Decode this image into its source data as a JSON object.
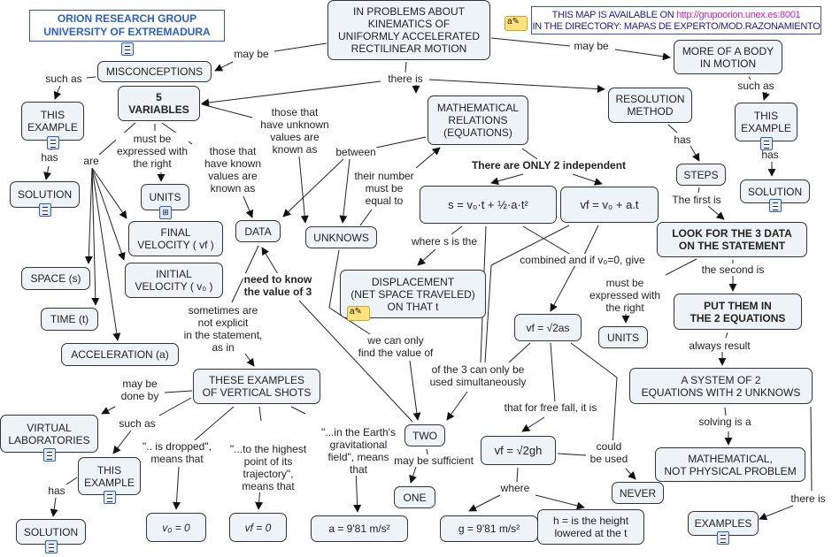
{
  "header": {
    "group": "ORION RESEARCH GROUP\nUNIVERSITY OF EXTREMADURA",
    "availability_prefix": "THIS MAP IS AVAILABLE ON",
    "availability_url": "http://grupoorion.unex.es:8001",
    "availability_directory": "IN THE DIRECTORY: MAPAS DE EXPERTO/MOD.RAZONAMIENTO"
  },
  "colors": {
    "node_fill": "#edf3f6",
    "header_text": "#2a5fd0",
    "url": "#d020c0",
    "link_text": "#1a1aa0"
  },
  "nodes": {
    "main": "IN PROBLEMS ABOUT\nKINEMATICS OF\nUNIFORMLY ACCELERATED\nRECTILINEAR MOTION",
    "misconceptions": "MISCONCEPTIONS",
    "five_variables": "5\nVARIABLES",
    "this_example_left": "THIS\nEXAMPLE",
    "solution_left": "SOLUTION",
    "units_left": "UNITS",
    "final_velocity": "FINAL\nVELOCITY ( vf )",
    "initial_velocity": "INITIAL\nVELOCITY ( v₀ )",
    "space": "SPACE (s)",
    "time": "TIME (t)",
    "acceleration": "ACCELERATION (a)",
    "data": "DATA",
    "unknows": "UNKNOWS",
    "math_relations": "MATHEMATICAL\nRELATIONS\n(EQUATIONS)",
    "resolution_method": "RESOLUTION\nMETHOD",
    "more_body": "MORE OF A BODY\nIN MOTION",
    "this_example_right": "THIS\nEXAMPLE",
    "solution_right": "SOLUTION",
    "steps": "STEPS",
    "eq_space": "s = v₀·t + ½·a·t²",
    "eq_velocity": "vf = v₀ + a.t",
    "look_for": "LOOK FOR THE 3 DATA\nON THE STATEMENT",
    "displacement": "DISPLACEMENT\n(NET SPACE TRAVELED)\nON THAT t",
    "put_them": "PUT THEM IN\nTHE 2 EQUATIONS",
    "units_right": "UNITS",
    "eq_vf_2as": "vf = √2as",
    "system": "A SYSTEM OF 2\nEQUATIONS WITH 2 UNKNOWS",
    "two": "TWO",
    "eq_vf_2gh": "vf = √2gh",
    "never": "NEVER",
    "math_problem": "MATHEMATICAL,\nNOT PHYSICAL PROBLEM",
    "one": "ONE",
    "examples": "EXAMPLES",
    "vertical_shots": "THESE EXAMPLES\nOF VERTICAL SHOTS",
    "virtual_labs": "VIRTUAL\nLABORATORIES",
    "this_example_bottom": "THIS\nEXAMPLE",
    "solution_bottom": "SOLUTION",
    "v0_zero": "v₀ = 0",
    "vf_zero": "vf = 0",
    "a_value": "a = 9'81 m/s²",
    "g_value": "g = 9'81 m/s²",
    "h_def": "h = is the height\nlowered at the t"
  },
  "links": {
    "may_be_left": "may be",
    "there_is": "there is",
    "may_be_right": "may be",
    "such_as_left": "such as",
    "has_left": "has",
    "are": "are",
    "must_units_left": "must be\nexpressed with\nthe right",
    "known": "those that\nhave known\nvalues are\nknown as",
    "unknown": "those that\nhave unknown\nvalues are\nknown as",
    "between": "between",
    "their_number": "their number\nmust be\nequal to",
    "only_two": "There are ONLY 2 independent",
    "where_s": "where s is the",
    "combined": "combined and if v₀=0, give",
    "of_the_3": "of the 3 can only be\nused simultaneously",
    "need_to_know": "need to know\nthe value of 3",
    "we_can_only": "we can only\nfind the value of",
    "sometimes": "sometimes are\nnot explicit\nin the statement,\nas in",
    "may_be_done_by": "may be\ndone by",
    "such_as_bottom": "such as",
    "has_bottom": "has",
    "dropped": "\".. is dropped\",\nmeans that",
    "highest": "\"...to the highest\npoint of its\ntrajectory\",\nmeans that",
    "earth": "\"...in the Earth's\ngravitational\nfield\", means\nthat",
    "may_be_sufficient": "may be sufficient",
    "free_fall": "that for free fall, it is",
    "could_be_used": "could\nbe used",
    "where": "where",
    "has_resolution": "has",
    "such_as_right": "such as",
    "has_right": "has",
    "first_is": "The first is",
    "second_is": "the second is",
    "must_units_right": "must be\nexpressed with\nthe right",
    "always_result": "always result",
    "solving": "solving is a",
    "there_is_examples": "there is"
  }
}
